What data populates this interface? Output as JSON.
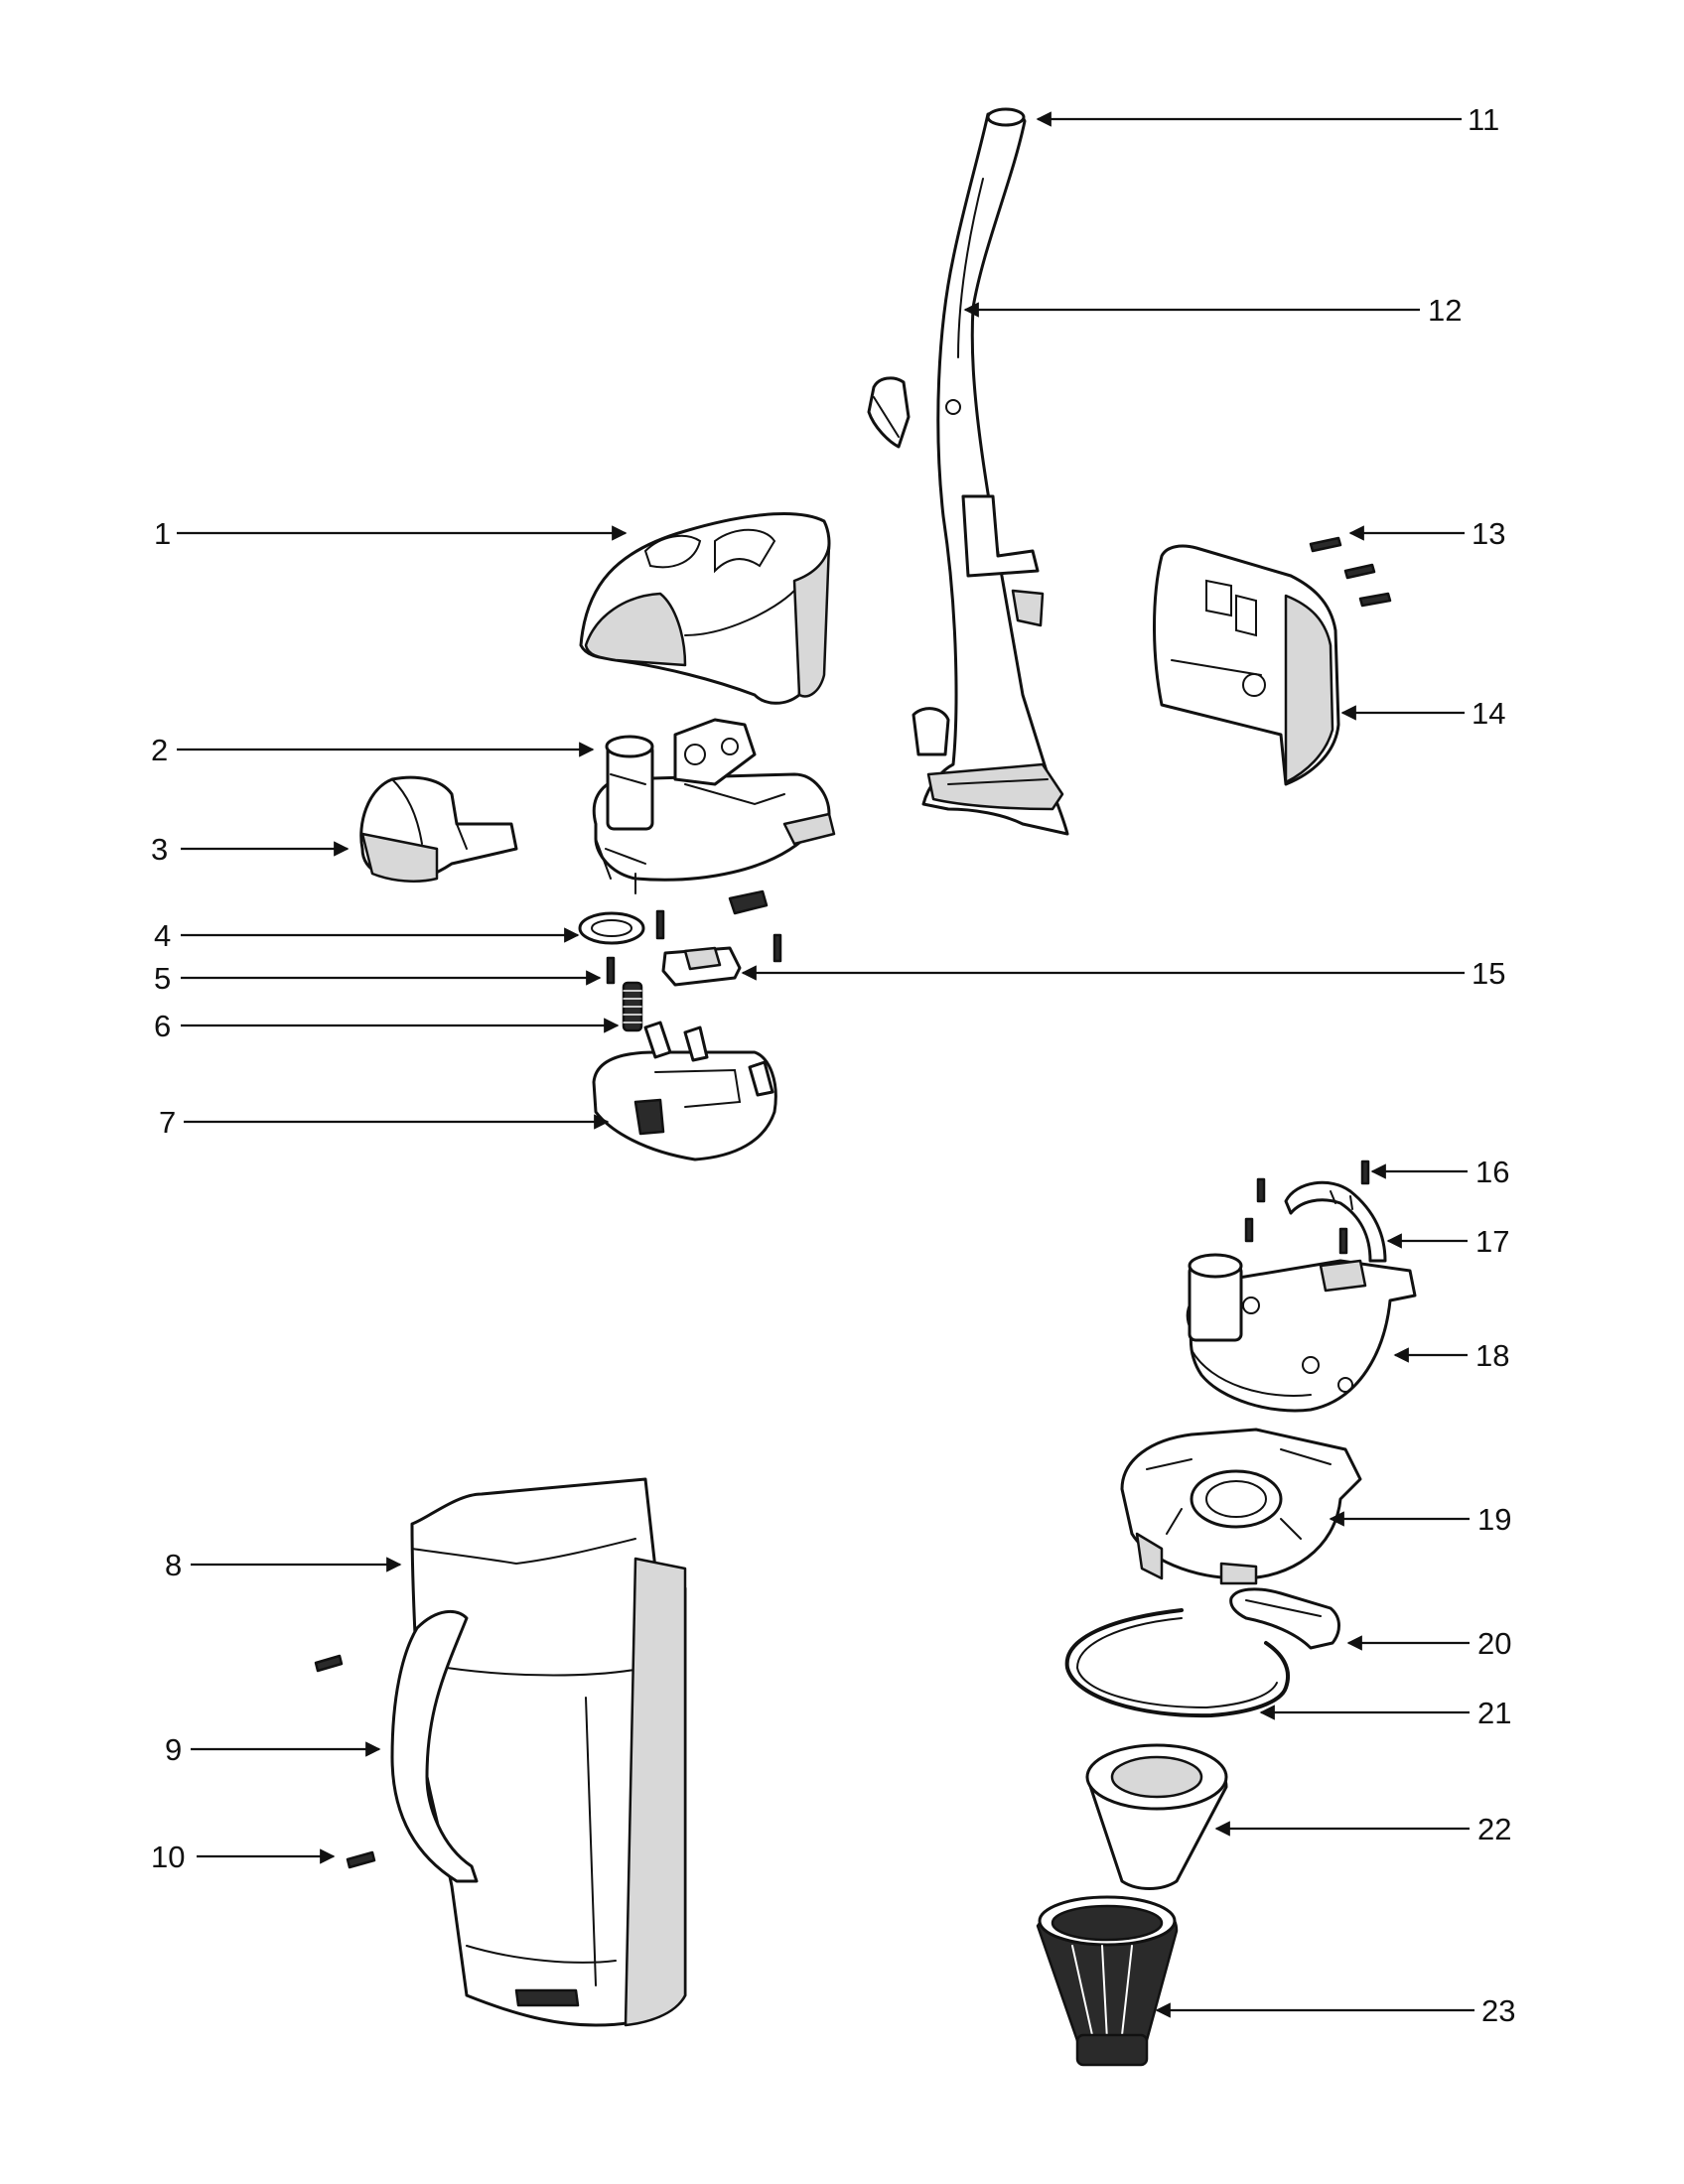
{
  "callouts": [
    {
      "num": "1"
    },
    {
      "num": "2"
    },
    {
      "num": "3"
    },
    {
      "num": "4"
    },
    {
      "num": "5"
    },
    {
      "num": "6"
    },
    {
      "num": "7"
    },
    {
      "num": "8"
    },
    {
      "num": "9"
    },
    {
      "num": "10"
    },
    {
      "num": "11"
    },
    {
      "num": "12"
    },
    {
      "num": "13"
    },
    {
      "num": "14"
    },
    {
      "num": "15"
    },
    {
      "num": "16"
    },
    {
      "num": "17"
    },
    {
      "num": "18"
    },
    {
      "num": "19"
    },
    {
      "num": "20"
    },
    {
      "num": "21"
    },
    {
      "num": "22"
    },
    {
      "num": "23"
    }
  ]
}
